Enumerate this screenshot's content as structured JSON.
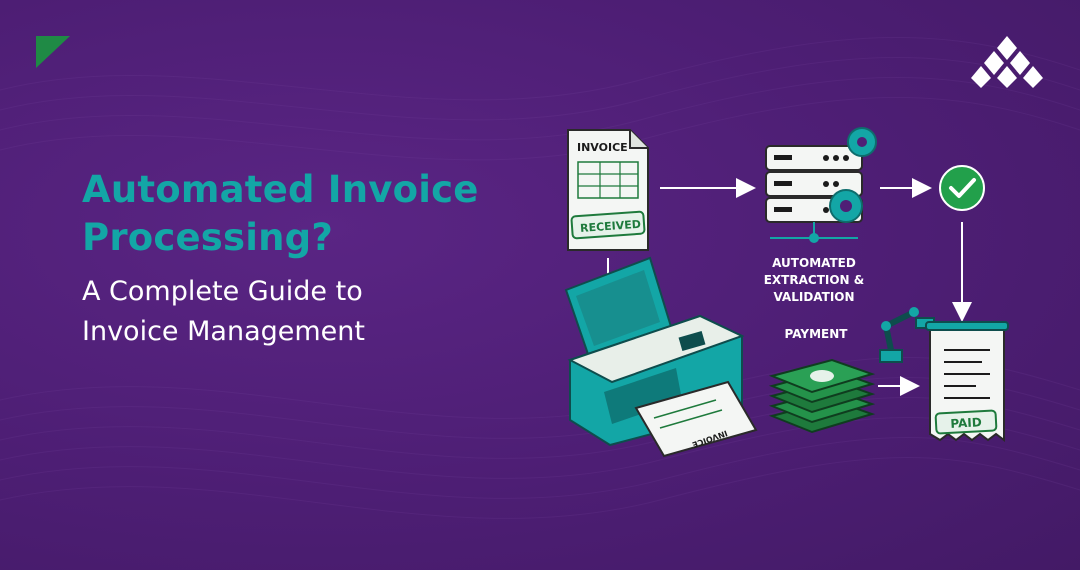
{
  "headline": {
    "title_line1": "Automated Invoice",
    "title_line2": "Processing?",
    "subtitle_line1": "A Complete Guide to",
    "subtitle_line2": "Invoice Management"
  },
  "diagram": {
    "invoice_doc_label": "INVOICE",
    "received_stamp": "RECEIVED",
    "server_label_line1": "AUTOMATED",
    "server_label_line2": "EXTRACTION &",
    "server_label_line3": "VALIDATION",
    "payment_label": "PAYMENT",
    "printed_invoice_label": "INVOICE",
    "paid_stamp": "PAID"
  },
  "colors": {
    "background": "#4f1f76",
    "accent_teal": "#13a6a6",
    "accent_green": "#1e7a3c",
    "check_green": "#22a04b",
    "text_white": "#ffffff"
  },
  "icons": [
    "corner-triangle-icon",
    "brand-logo-icon",
    "invoice-document-icon",
    "server-gear-icon",
    "checkmark-circle-icon",
    "scanner-printer-icon",
    "money-stack-icon",
    "robot-arm-icon",
    "paid-receipt-icon"
  ]
}
